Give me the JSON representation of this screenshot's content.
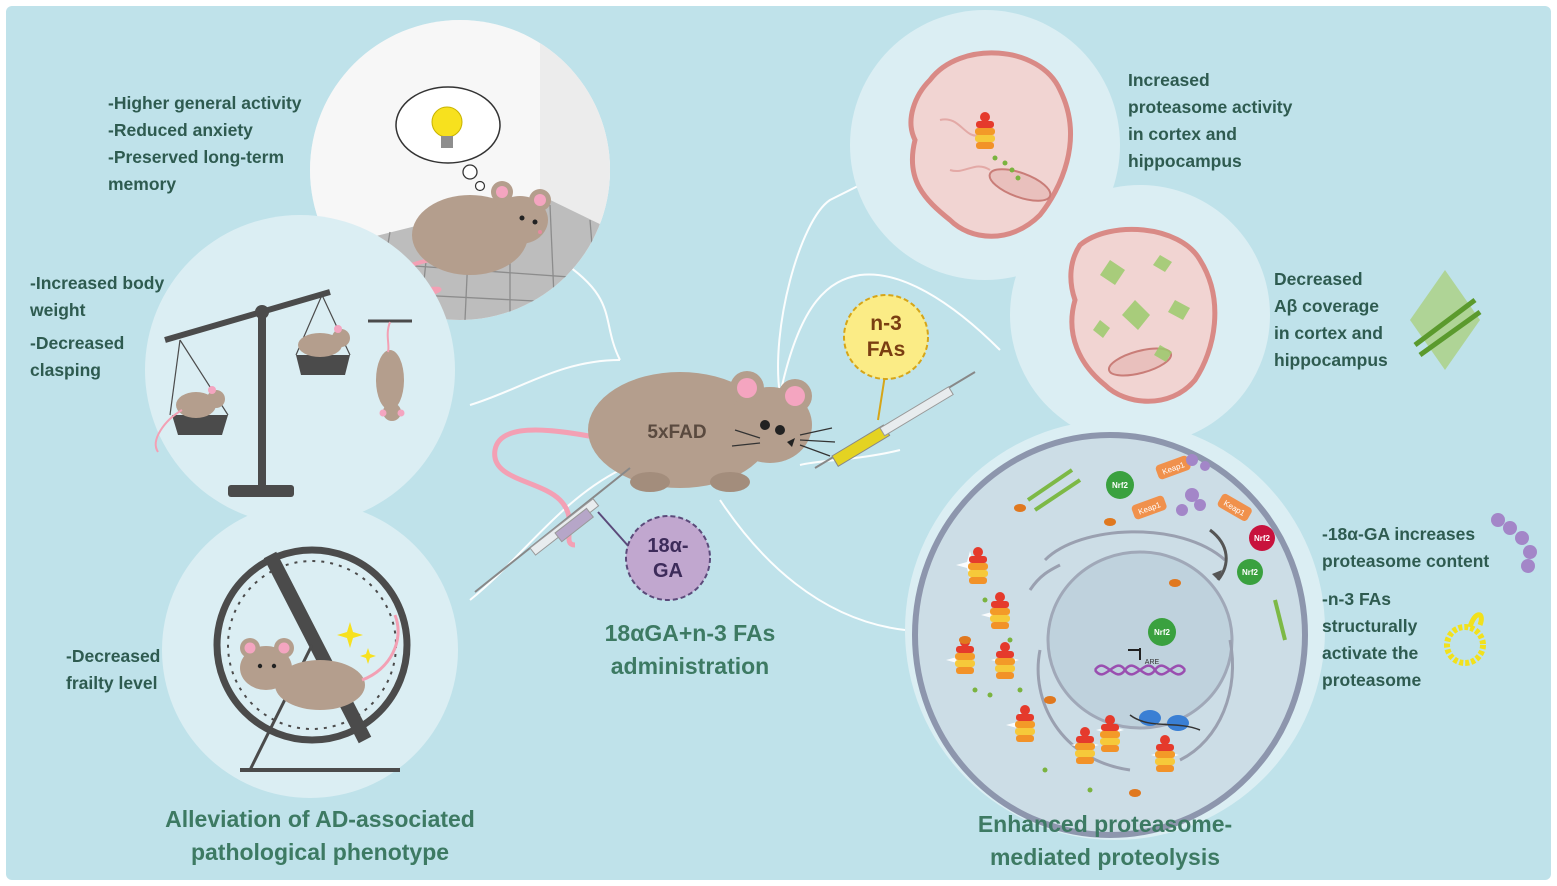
{
  "mouse_label": "5xFAD",
  "n3_badge": [
    "n-3",
    "FAs"
  ],
  "ga_badge": [
    "18α-",
    "GA"
  ],
  "administration": [
    "18αGA+n-3 FAs",
    "administration"
  ],
  "behavior": [
    "-Higher general activity",
    "-Reduced anxiety",
    "-Preserved long-term",
    "memory"
  ],
  "weight": [
    "-Increased body",
    "weight",
    "-Decreased",
    "clasping"
  ],
  "frailty": [
    "-Decreased",
    "frailty level"
  ],
  "proteasome_activity": [
    "Increased",
    "proteasome activity",
    "in cortex and",
    "hippocampus"
  ],
  "abeta": [
    "Decreased",
    "Aβ coverage",
    "in cortex and",
    "hippocampus"
  ],
  "ga_effect": [
    "-18α-GA increases",
    "proteasome content"
  ],
  "fa_effect": [
    "-n-3 FAs",
    "structurally",
    "activate the",
    "proteasome"
  ],
  "left_title": [
    "Alleviation of AD-associated",
    "pathological phenotype"
  ],
  "right_title": [
    "Enhanced proteasome-",
    "mediated proteolysis"
  ],
  "cell_labels": {
    "nrf2": "Nrf2",
    "keap1": "Keap1",
    "are": "ARE"
  },
  "colors": {
    "background": "#bfe2ea",
    "circle": "#dbeef3",
    "text": "#2e5b50",
    "title": "#3d7a63",
    "mouse": "#b49e8d",
    "brain": "#f1d4d2",
    "nrf2": "#3aa13f",
    "keap1": "#f0914c"
  }
}
